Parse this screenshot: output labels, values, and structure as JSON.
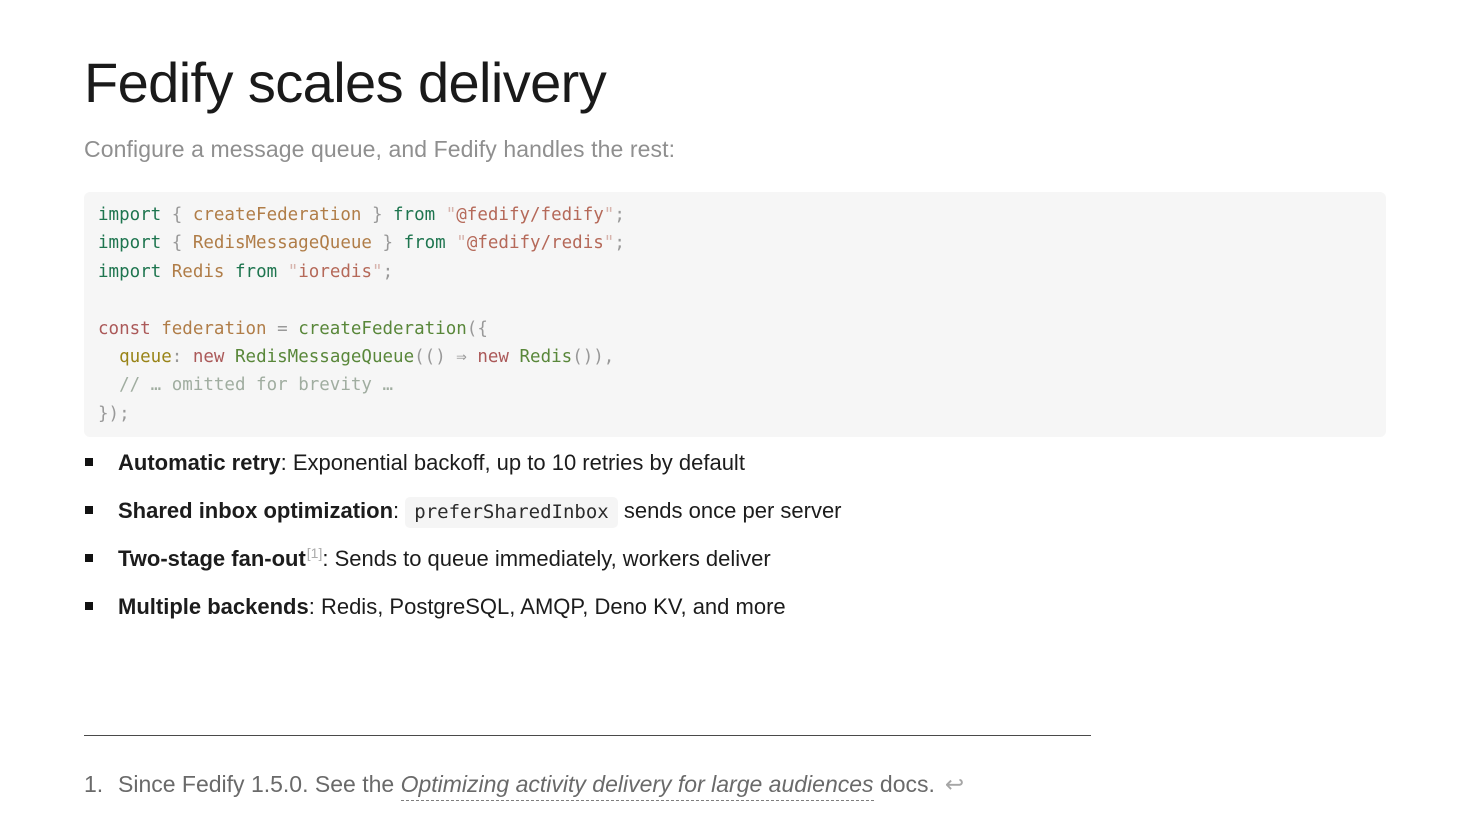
{
  "slide": {
    "title": "Fedify scales delivery",
    "subtitle": "Configure a message queue, and Fedify handles the rest:"
  },
  "code_block": {
    "language": "typescript",
    "background": "#f6f6f6",
    "token_colors": {
      "kw": "#1e754f",
      "decl": "#ab5959",
      "id": "#b07d48",
      "fn": "#59873a",
      "prop": "#998418",
      "str": "#b56959",
      "strq": "#b5695977",
      "pun": "#999999",
      "com": "#a0ada0"
    },
    "lines": [
      [
        [
          "kw",
          "import"
        ],
        [
          "pun",
          " { "
        ],
        [
          "id",
          "createFederation"
        ],
        [
          "pun",
          " } "
        ],
        [
          "kw",
          "from"
        ],
        [
          "pun",
          " "
        ],
        [
          "strq",
          "\""
        ],
        [
          "str",
          "@fedify/fedify"
        ],
        [
          "strq",
          "\""
        ],
        [
          "pun",
          ";"
        ]
      ],
      [
        [
          "kw",
          "import"
        ],
        [
          "pun",
          " { "
        ],
        [
          "id",
          "RedisMessageQueue"
        ],
        [
          "pun",
          " } "
        ],
        [
          "kw",
          "from"
        ],
        [
          "pun",
          " "
        ],
        [
          "strq",
          "\""
        ],
        [
          "str",
          "@fedify/redis"
        ],
        [
          "strq",
          "\""
        ],
        [
          "pun",
          ";"
        ]
      ],
      [
        [
          "kw",
          "import"
        ],
        [
          "pun",
          " "
        ],
        [
          "id",
          "Redis"
        ],
        [
          "pun",
          " "
        ],
        [
          "kw",
          "from"
        ],
        [
          "pun",
          " "
        ],
        [
          "strq",
          "\""
        ],
        [
          "str",
          "ioredis"
        ],
        [
          "strq",
          "\""
        ],
        [
          "pun",
          ";"
        ]
      ],
      [],
      [
        [
          "decl",
          "const"
        ],
        [
          "pun",
          " "
        ],
        [
          "id",
          "federation"
        ],
        [
          "pun",
          " = "
        ],
        [
          "fn",
          "createFederation"
        ],
        [
          "pun",
          "({"
        ]
      ],
      [
        [
          "pun",
          "  "
        ],
        [
          "prop",
          "queue"
        ],
        [
          "pun",
          ": "
        ],
        [
          "decl",
          "new"
        ],
        [
          "pun",
          " "
        ],
        [
          "fn",
          "RedisMessageQueue"
        ],
        [
          "pun",
          "(() ⇒ "
        ],
        [
          "decl",
          "new"
        ],
        [
          "pun",
          " "
        ],
        [
          "fn",
          "Redis"
        ],
        [
          "pun",
          "()),"
        ]
      ],
      [
        [
          "pun",
          "  "
        ],
        [
          "com",
          "// … omitted for brevity …"
        ]
      ],
      [
        [
          "pun",
          "});"
        ]
      ]
    ]
  },
  "bullets": [
    {
      "label": "Automatic retry",
      "ref": null,
      "parts": [
        [
          "text",
          ": Exponential backoff, up to 10 retries by default"
        ]
      ]
    },
    {
      "label": "Shared inbox optimization",
      "ref": null,
      "parts": [
        [
          "text",
          ": "
        ],
        [
          "code",
          "preferSharedInbox"
        ],
        [
          "text",
          " sends once per server"
        ]
      ]
    },
    {
      "label": "Two-stage fan-out",
      "ref": "[1]",
      "parts": [
        [
          "text",
          ": Sends to queue immediately, workers deliver"
        ]
      ]
    },
    {
      "label": "Multiple backends",
      "ref": null,
      "parts": [
        [
          "text",
          ": Redis, PostgreSQL, AMQP, Deno KV, and more"
        ]
      ]
    }
  ],
  "footnote": {
    "number": "1.",
    "text_before": "Since Fedify 1.5.0. See the ",
    "link_text": "Optimizing activity delivery for large audiences",
    "text_after": " docs.",
    "backref": "↩"
  },
  "colors": {
    "title": "#1a1a1a",
    "subtitle": "#8f8f8f",
    "body_text": "#1c1c1c",
    "footnote_text": "#6a6a6a",
    "separator": "#4a4a4a",
    "code_background": "#f6f6f6",
    "inline_code_background": "#f5f5f5"
  }
}
